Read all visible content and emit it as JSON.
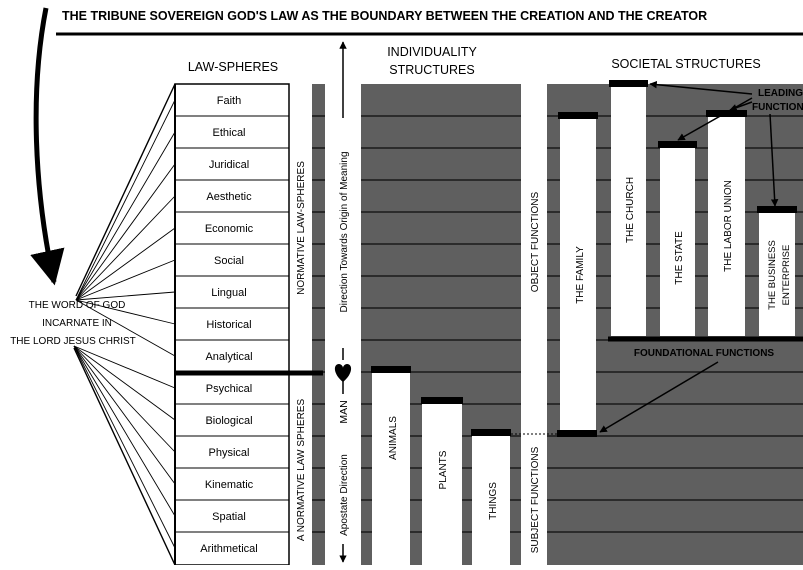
{
  "title": "THE TRIBUNE SOVEREIGN GOD'S LAW AS THE BOUNDARY BETWEEN THE CREATION AND THE CREATOR",
  "headers": {
    "law_spheres": "LAW-SPHERES",
    "individuality_1": "INDIVIDUALITY",
    "individuality_2": "STRUCTURES",
    "societal": "SOCIETAL STRUCTURES"
  },
  "left_label": {
    "line1": "THE WORD OF GOD",
    "line2": "INCARNATE IN",
    "line3": "THE LORD JESUS CHRIST"
  },
  "law_spheres": [
    "Faith",
    "Ethical",
    "Juridical",
    "Aesthetic",
    "Economic",
    "Social",
    "Lingual",
    "Historical",
    "Analytical",
    "Psychical",
    "Biological",
    "Physical",
    "Kinematic",
    "Spatial",
    "Arithmetical"
  ],
  "vertical_labels": {
    "normative": "NORMATIVE LAW-SPHERES",
    "a_normative": "A NORMATIVE LAW SPHERES",
    "direction_origin": "Direction Towards Origin of Meaning",
    "apostate": "Apostate Direction",
    "man": "MAN",
    "object_functions": "OBJECT FUNCTIONS",
    "subject_functions": "SUBJECT FUNCTIONS"
  },
  "individuality_structures": [
    "ANIMALS",
    "PLANTS",
    "THINGS"
  ],
  "societal_structures": [
    "THE FAMILY",
    "THE CHURCH",
    "THE STATE",
    "THE LABOR UNION",
    "THE BUSINESS ENTERPRISE"
  ],
  "business_lines": [
    "THE BUSINESS",
    "ENTERPRISE"
  ],
  "annotations": {
    "leading_1": "LEADING",
    "leading_2": "FUNCTIONS",
    "foundational": "FOUNDATIONAL FUNCTIONS"
  }
}
